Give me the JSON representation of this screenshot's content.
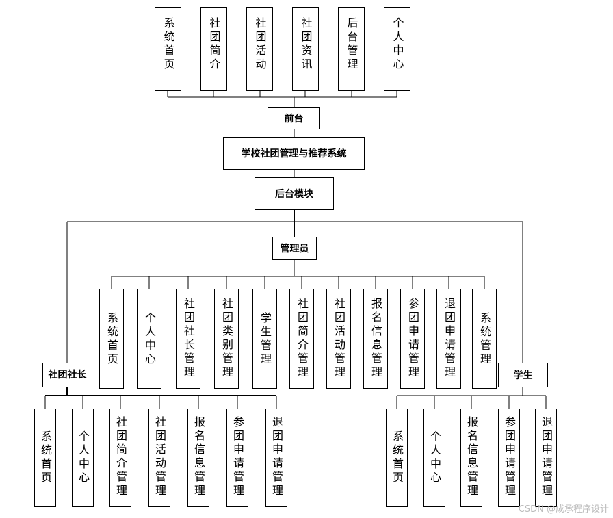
{
  "diagram": {
    "root": "学校社团管理与推荐系统",
    "frontend": {
      "label": "前台",
      "items": [
        "系统首页",
        "社团简介",
        "社团活动",
        "社团资讯",
        "后台管理",
        "个人中心"
      ]
    },
    "backend_label": "后台模块",
    "admin": {
      "label": "管理员",
      "items": [
        "系统首页",
        "个人中心",
        "社团社长管理",
        "社团类别管理",
        "学生管理",
        "社团简介管理",
        "社团活动管理",
        "报名信息管理",
        "参团申请管理",
        "退团申请管理",
        "系统管理"
      ]
    },
    "club_leader": {
      "label": "社团社长",
      "items": [
        "系统首页",
        "个人中心",
        "社团简介管理",
        "社团活动管理",
        "报名信息管理",
        "参团申请管理",
        "退团申请管理"
      ]
    },
    "student": {
      "label": "学生",
      "items": [
        "系统首页",
        "个人中心",
        "报名信息管理",
        "参团申请管理",
        "退团申请管理"
      ]
    }
  },
  "watermark": "CSDN @成承程序设计"
}
